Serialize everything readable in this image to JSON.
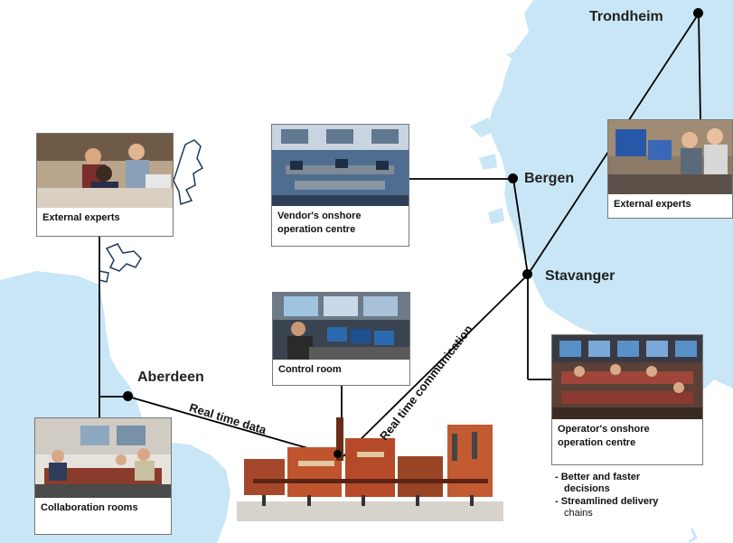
{
  "cities": {
    "trondheim": "Trondheim",
    "bergen": "Bergen",
    "stavanger": "Stavanger",
    "aberdeen": "Aberdeen"
  },
  "links": {
    "real_time_data": "Real time data",
    "real_time_communication": "Real time communication"
  },
  "cards": {
    "external_experts_left": "External experts",
    "vendor_centre": "Vendor's onshore operation centre",
    "control_room": "Control room",
    "external_experts_right": "External experts",
    "operator_centre": "Operator's onshore operation centre",
    "collaboration_rooms": "Collaboration rooms"
  },
  "benefits": {
    "line1": "Better and faster",
    "line1b": "decisions",
    "line2": "Streamlined delivery",
    "line2b": "chains"
  },
  "colors": {
    "sea": "#ffffff",
    "land": "#c9e6f7",
    "line": "#000000"
  }
}
